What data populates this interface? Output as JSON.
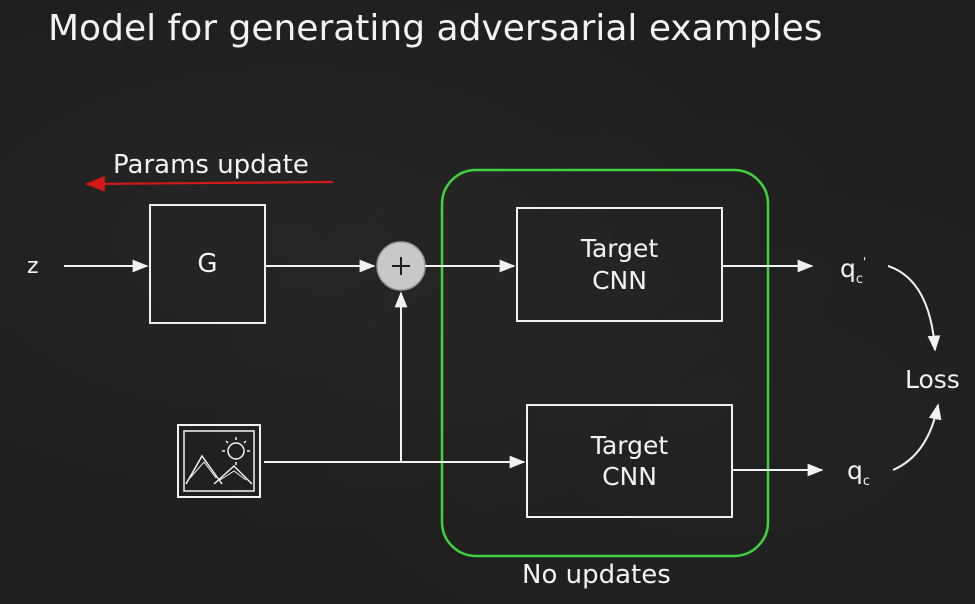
{
  "title": "Model for generating adversarial examples",
  "params_update_label": "Params update",
  "input_label": "z",
  "generator_label": "G",
  "sum_symbol": "+",
  "target_cnn_top": {
    "line1": "Target",
    "line2": "CNN"
  },
  "target_cnn_bottom": {
    "line1": "Target",
    "line2": "CNN"
  },
  "output_adversarial": {
    "base": "q",
    "sub": "c",
    "prime": "'"
  },
  "output_clean": {
    "base": "q",
    "sub": "c"
  },
  "loss_label": "Loss",
  "no_updates_label": "No updates",
  "colors": {
    "background": "#1e1e1e",
    "foreground": "#f2f2f2",
    "params_arrow": "#d41818",
    "frozen_region": "#3fd23f",
    "sum_node": "#c8c8c8"
  },
  "icons": {
    "input_image": "landscape-image-icon"
  }
}
